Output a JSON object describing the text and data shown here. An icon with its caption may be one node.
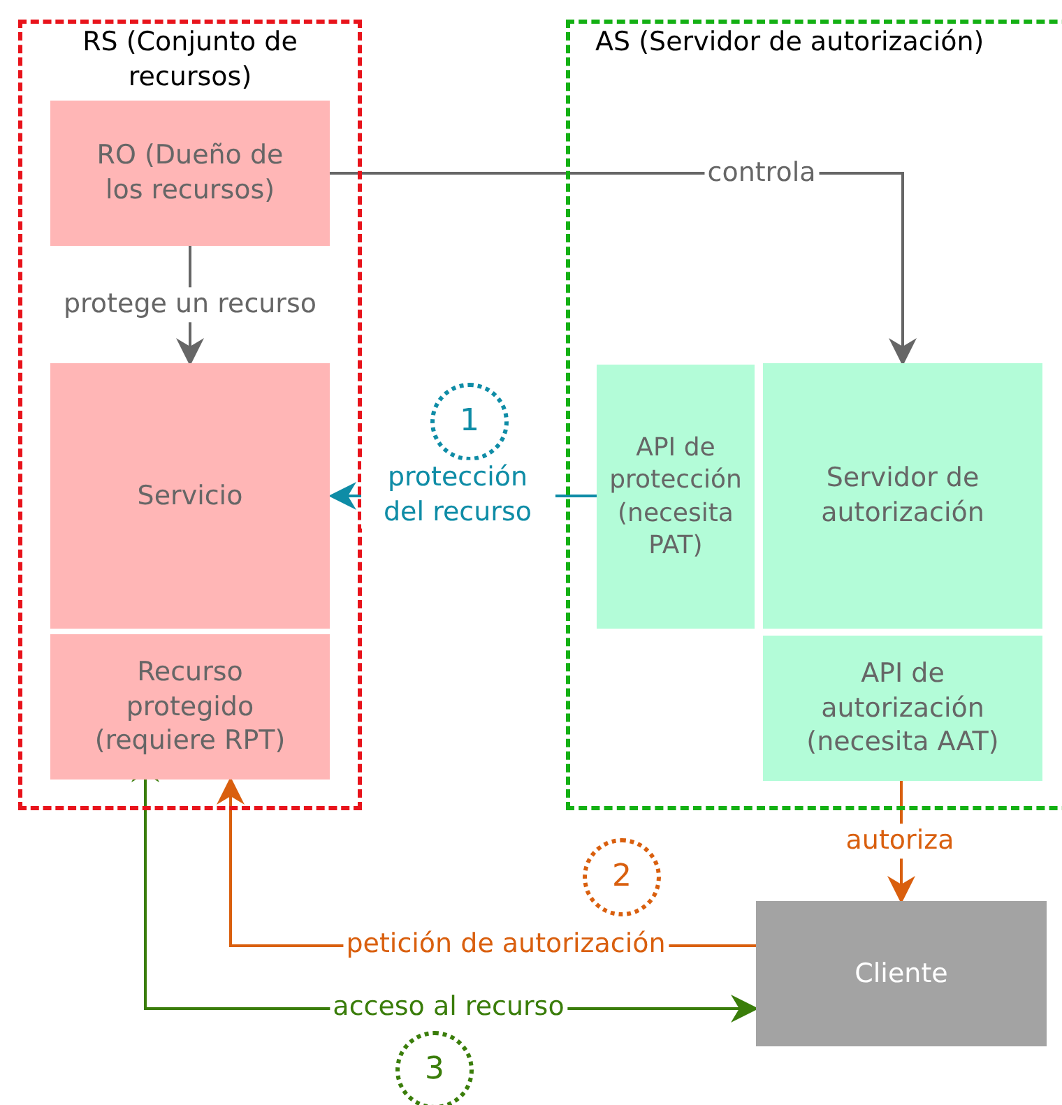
{
  "diagram": {
    "nodes": [
      {
        "text": [
          "RS (Conjunto de recursos)"
        ]
      },
      {
        "text": [
          "RO (Dueño de los recursos)"
        ],
        "in": 0
      },
      {
        "text": [
          "Servicio"
        ],
        "in": 0
      },
      {
        "text": [
          "Recurso protegido (requiere RPT)"
        ],
        "in": 0
      },
      {
        "text": [
          "AS (Servidor de autorización)"
        ]
      },
      {
        "text": [
          "API de protección (necesita PAT)"
        ],
        "in": 4
      },
      {
        "text": [
          "Servidor de autorización"
        ],
        "in": 4
      },
      {
        "text": [
          "API de autorización (necesita AAT)"
        ],
        "in": 4
      },
      {
        "text": [
          "Cliente"
        ]
      },
      {
        "text": [
          "1"
        ]
      },
      {
        "text": [
          "2"
        ]
      },
      {
        "text": [
          "3"
        ]
      }
    ],
    "edges": [
      {
        "from": 1,
        "to": 6,
        "arrow": "to",
        "label": "controla"
      },
      {
        "from": 1,
        "to": 2,
        "arrow": "to",
        "label": "protege un recurso"
      },
      {
        "from": 5,
        "to": 2,
        "arrow": "to",
        "label": "protección del recurso",
        "color": "#0e8ca6"
      },
      {
        "from": 7,
        "to": 8,
        "arrow": "to",
        "label": "autoriza",
        "color": "#d95f0e"
      },
      {
        "from": 8,
        "to": 3,
        "arrow": "to",
        "label": "petición de autorización",
        "color": "#d95f0e"
      },
      {
        "from": 3,
        "to": 8,
        "arrow": "both",
        "label": "acceso al recurso",
        "color": "#3a7d0a"
      }
    ]
  }
}
